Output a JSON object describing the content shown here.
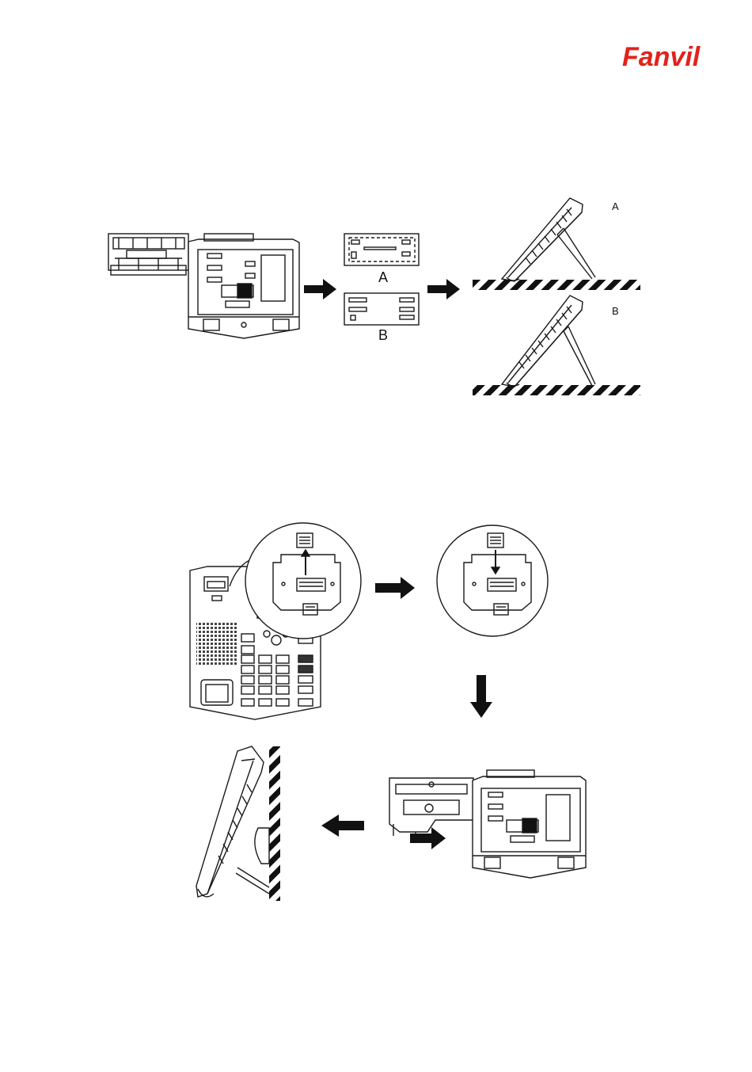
{
  "brand": {
    "logo_text": "Fanvil",
    "color": "#e2231a"
  },
  "desk_install": {
    "option_a_label": "A",
    "option_b_label": "B",
    "stand_a_label": "A",
    "stand_b_label": "B"
  },
  "colors": {
    "line": "#1a1a1a",
    "arrow": "#111111",
    "hatch": "#111111",
    "paper": "#ffffff"
  },
  "icons": [
    "fanvil-logo",
    "right-arrow-icon",
    "down-arrow-icon",
    "left-arrow-icon",
    "phone-back-icon",
    "phone-front-icon",
    "bracket-icon",
    "hatched-surface"
  ]
}
